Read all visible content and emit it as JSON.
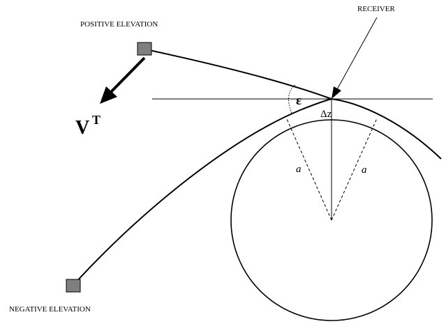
{
  "labels": {
    "positive_elevation": "POSITIVE ELEVATION",
    "negative_elevation": "NEGATIVE ELEVATION",
    "receiver": "RECEIVER",
    "velocity_symbol": "V",
    "velocity_superscript": "T",
    "elevation_angle": "ε",
    "delta_z": "Δz",
    "radius_left": "a",
    "radius_right": "a"
  },
  "colors": {
    "line": "#000000",
    "satellite_fill": "#7f7f7f"
  }
}
